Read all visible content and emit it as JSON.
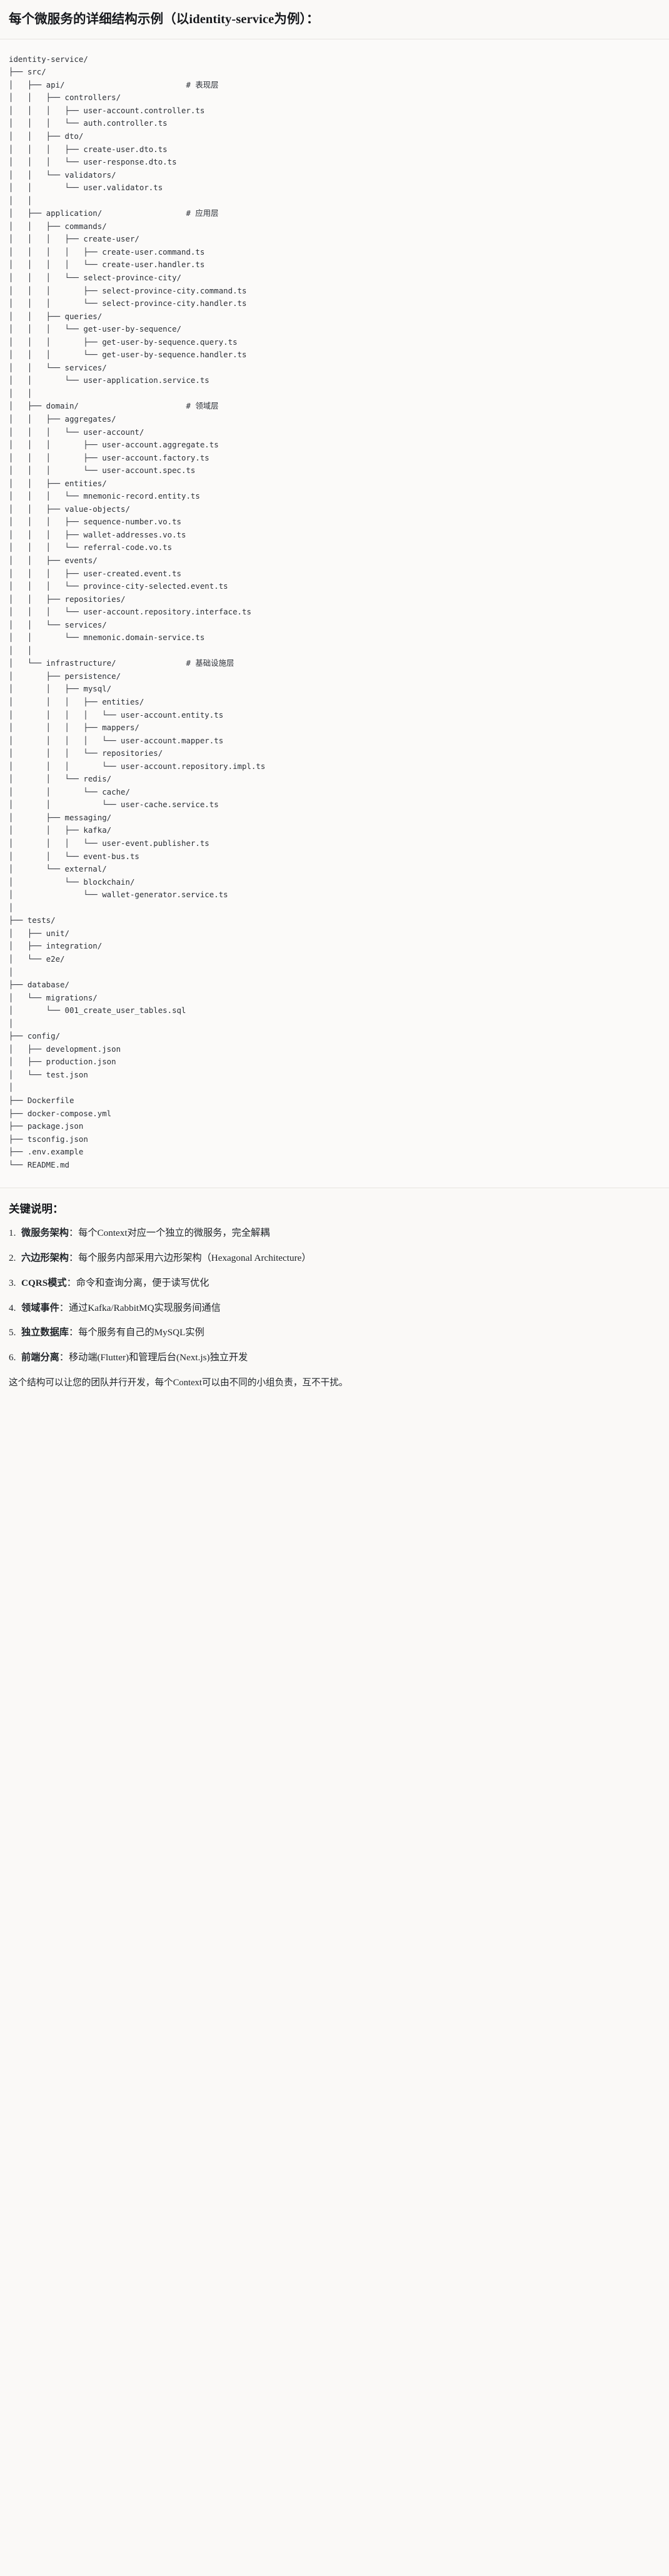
{
  "heading": {
    "title": "每个微服务的详细结构示例（以identity-service为例）："
  },
  "tree": {
    "root": "identity-service/",
    "text": "identity-service/\n├── src/\n│   ├── api/                          # 表现层\n│   │   ├── controllers/\n│   │   │   ├── user-account.controller.ts\n│   │   │   └── auth.controller.ts\n│   │   ├── dto/\n│   │   │   ├── create-user.dto.ts\n│   │   │   └── user-response.dto.ts\n│   │   └── validators/\n│   │       └── user.validator.ts\n│   │\n│   ├── application/                  # 应用层\n│   │   ├── commands/\n│   │   │   ├── create-user/\n│   │   │   │   ├── create-user.command.ts\n│   │   │   │   └── create-user.handler.ts\n│   │   │   └── select-province-city/\n│   │   │       ├── select-province-city.command.ts\n│   │   │       └── select-province-city.handler.ts\n│   │   ├── queries/\n│   │   │   └── get-user-by-sequence/\n│   │   │       ├── get-user-by-sequence.query.ts\n│   │   │       └── get-user-by-sequence.handler.ts\n│   │   └── services/\n│   │       └── user-application.service.ts\n│   │\n│   ├── domain/                       # 领域层\n│   │   ├── aggregates/\n│   │   │   └── user-account/\n│   │   │       ├── user-account.aggregate.ts\n│   │   │       ├── user-account.factory.ts\n│   │   │       └── user-account.spec.ts\n│   │   ├── entities/\n│   │   │   └── mnemonic-record.entity.ts\n│   │   ├── value-objects/\n│   │   │   ├── sequence-number.vo.ts\n│   │   │   ├── wallet-addresses.vo.ts\n│   │   │   └── referral-code.vo.ts\n│   │   ├── events/\n│   │   │   ├── user-created.event.ts\n│   │   │   └── province-city-selected.event.ts\n│   │   ├── repositories/\n│   │   │   └── user-account.repository.interface.ts\n│   │   └── services/\n│   │       └── mnemonic.domain-service.ts\n│   │\n│   └── infrastructure/               # 基础设施层\n│       ├── persistence/\n│       │   ├── mysql/\n│       │   │   ├── entities/\n│       │   │   │   └── user-account.entity.ts\n│       │   │   ├── mappers/\n│       │   │   │   └── user-account.mapper.ts\n│       │   │   └── repositories/\n│       │   │       └── user-account.repository.impl.ts\n│       │   └── redis/\n│       │       └── cache/\n│       │           └── user-cache.service.ts\n│       ├── messaging/\n│       │   ├── kafka/\n│       │   │   └── user-event.publisher.ts\n│       │   └── event-bus.ts\n│       └── external/\n│           └── blockchain/\n│               └── wallet-generator.service.ts\n│\n├── tests/\n│   ├── unit/\n│   ├── integration/\n│   └── e2e/\n│\n├── database/\n│   └── migrations/\n│       └── 001_create_user_tables.sql\n│\n├── config/\n│   ├── development.json\n│   ├── production.json\n│   └── test.json\n│\n├── Dockerfile\n├── docker-compose.yml\n├── package.json\n├── tsconfig.json\n├── .env.example\n└── README.md",
    "layer_comments": [
      "# 表现层",
      "# 应用层",
      "# 领域层",
      "# 基础设施层"
    ]
  },
  "notes": {
    "title": "关键说明：",
    "items": [
      {
        "num": "1.",
        "term": "微服务架构",
        "sep": "：",
        "desc": "每个Context对应一个独立的微服务，完全解耦"
      },
      {
        "num": "2.",
        "term": "六边形架构",
        "sep": "：",
        "desc": "每个服务内部采用六边形架构（Hexagonal Architecture）"
      },
      {
        "num": "3.",
        "term": "CQRS模式",
        "sep": "：",
        "desc": "命令和查询分离，便于读写优化"
      },
      {
        "num": "4.",
        "term": "领域事件",
        "sep": "：",
        "desc": "通过Kafka/RabbitMQ实现服务间通信"
      },
      {
        "num": "5.",
        "term": "独立数据库",
        "sep": "：",
        "desc": "每个服务有自己的MySQL实例"
      },
      {
        "num": "6.",
        "term": "前端分离",
        "sep": "：",
        "desc": "移动端(Flutter)和管理后台(Next.js)独立开发"
      }
    ],
    "footer": "这个结构可以让您的团队并行开发，每个Context可以由不同的小组负责，互不干扰。"
  },
  "colors": {
    "page_bg": "#ffffff",
    "band_bg": "#faf9f7",
    "code_bg": "#fbfaf9",
    "border": "#e6e4e0",
    "text": "#1f2328",
    "code_text": "#2b2f36"
  }
}
